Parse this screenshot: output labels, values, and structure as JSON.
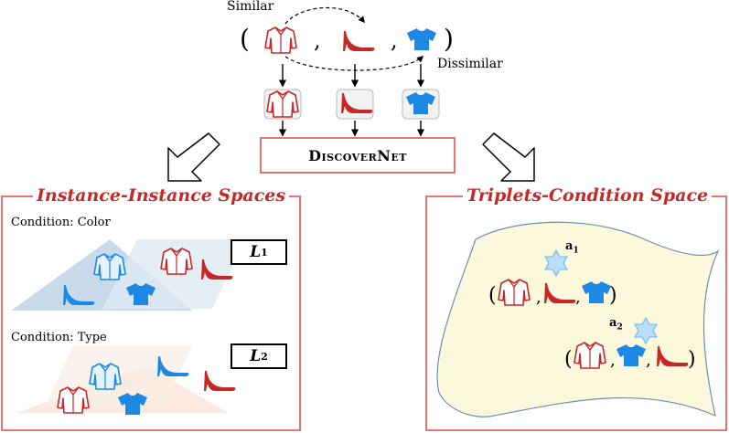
{
  "top": {
    "similar_label": "Similar",
    "dissimilar_label": "Dissimilar",
    "open_paren": "(",
    "close_paren": ")",
    "comma": ","
  },
  "network": {
    "label": "DiscoverNet"
  },
  "left_panel": {
    "title": "Instance-Instance Spaces",
    "condition_color": "Condition: Color",
    "condition_type": "Condition: Type",
    "loss1": "L",
    "loss1_sub": "1",
    "loss2": "L",
    "loss2_sub": "2"
  },
  "right_panel": {
    "title": "Triplets-Condition Space",
    "a1": "a",
    "a1_sub": "1",
    "a2": "a",
    "a2_sub": "2"
  },
  "colors": {
    "red": "#c62828",
    "blue": "#1e88e5",
    "panel_border": "#e57373",
    "manifold_fill": "#fcf8dc"
  }
}
